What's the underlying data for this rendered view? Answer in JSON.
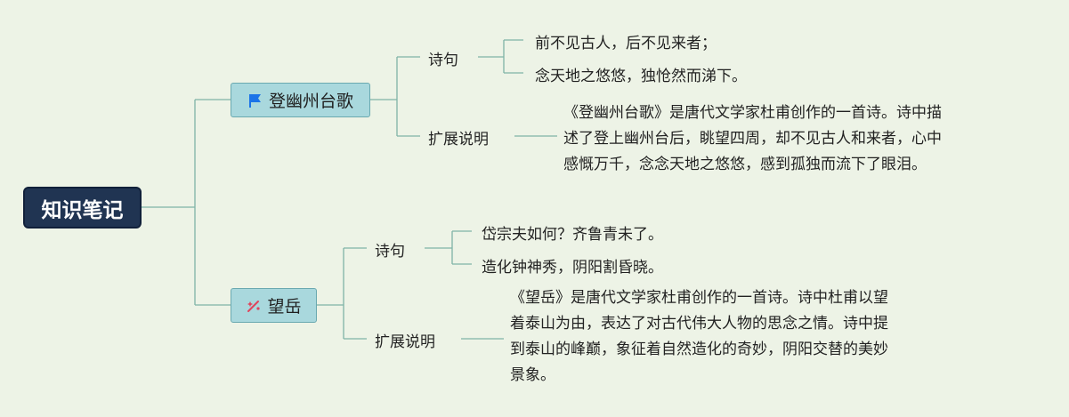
{
  "root": {
    "label": "知识笔记"
  },
  "topics": [
    {
      "title": "登幽州台歌",
      "icon": "flag-icon",
      "verse_label": "诗句",
      "verses": [
        "前不见古人，后不见来者；",
        "念天地之悠悠，独怆然而涕下。"
      ],
      "note_label": "扩展说明",
      "note_lines": [
        "《登幽州台歌》是唐代文学家杜甫创作的一首诗。诗中描",
        "述了登上幽州台后，眺望四周，却不见古人和来者，心中",
        "感慨万千，念念天地之悠悠，感到孤独而流下了眼泪。"
      ]
    },
    {
      "title": "望岳",
      "icon": "sparkle-icon",
      "verse_label": "诗句",
      "verses": [
        "岱宗夫如何？齐鲁青未了。",
        "造化钟神秀，阴阳割昏晓。"
      ],
      "note_label": "扩展说明",
      "note_lines": [
        "《望岳》是唐代文学家杜甫创作的一首诗。诗中杜甫以望",
        "着泰山为由，表达了对古代伟大人物的思念之情。诗中提",
        "到泰山的峰巅，象征着自然造化的奇妙，阴阳交替的美妙",
        "景象。"
      ]
    }
  ],
  "colors": {
    "background": "#edf3e6",
    "root_fill": "#203452",
    "topic_fill": "#a9d8dd",
    "connector": "#7fb3a7",
    "flag": "#1a73e8",
    "sparkle": "#e0445c"
  }
}
